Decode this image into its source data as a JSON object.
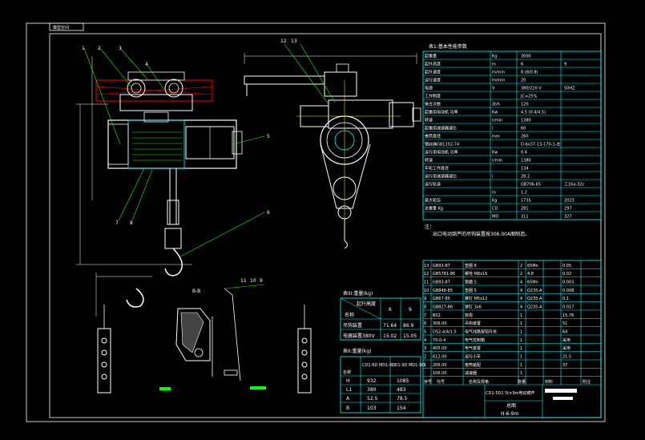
{
  "viewer": {
    "tab_label": "模型空间"
  },
  "title_block": {
    "drawing_title": "CD1-5D1 5t×9m电动葫芦",
    "subtitle": "总图",
    "drawing_no": "H-6-9m"
  },
  "specs_table": {
    "header": "表1:基本性能参数",
    "rows": [
      {
        "label": "起重量",
        "unit": "Kg",
        "v1": "3000",
        "v2": ""
      },
      {
        "label": "起升高度",
        "unit": "m",
        "v1": "6",
        "v2": "9"
      },
      {
        "label": "起升速度",
        "unit": "m/min",
        "v1": "8 (8/0.8)",
        "v2": ""
      },
      {
        "label": "运行速度",
        "unit": "m/min",
        "v1": "20",
        "v2": ""
      },
      {
        "label": "电源",
        "unit": "V",
        "v1": "380/220 V",
        "v2": "50HZ"
      },
      {
        "label": "工作制度",
        "unit": "",
        "v1": "JC=25%",
        "v2": ""
      },
      {
        "label": "接合次数",
        "unit": "次/h",
        "v1": "120",
        "v2": ""
      },
      {
        "label": "起重用电动机 功率",
        "unit": "Kw",
        "v1": "4.5 (0.4/4.5)",
        "v2": ""
      },
      {
        "label": "转速",
        "unit": "r/min",
        "v1": "1380",
        "v2": ""
      },
      {
        "label": "起重用减速器速比",
        "unit": "i",
        "v1": "60",
        "v2": ""
      },
      {
        "label": "卷筒直径",
        "unit": "mm",
        "v1": "260",
        "v2": ""
      },
      {
        "label": "钢丝绳GB1102-74",
        "unit": "",
        "v1": "D-6x37-13-170-1-左",
        "v2": ""
      },
      {
        "label": "运行用电动机 功率",
        "unit": "Kw",
        "v1": "0.4",
        "v2": ""
      },
      {
        "label": "转速",
        "unit": "r/min",
        "v1": "1380",
        "v2": ""
      },
      {
        "label": "车轮工作直径",
        "unit": "",
        "v1": "134",
        "v2": ""
      },
      {
        "label": "运行用减速器速比",
        "unit": "i",
        "v1": "28.2",
        "v2": ""
      },
      {
        "label": "运行轨道",
        "unit": "",
        "v1": "GB706-65",
        "v2": "工16a-32c"
      },
      {
        "label": "",
        "unit": "m",
        "v1": "1.2",
        "v2": ""
      },
      {
        "label": "最大轮压",
        "unit": "Kg",
        "v1": "1735",
        "v2": "2023"
      },
      {
        "label": "总重量 Kg",
        "unit": "CD",
        "v1": "281",
        "v2": "297"
      },
      {
        "label": "",
        "unit": "MD",
        "v1": "311",
        "v2": "327"
      }
    ],
    "note": "注：",
    "note_text": "出口电动葫芦的吊钩装置按306.00A图制造。"
  },
  "weight_table_3": {
    "header": "表III:重量(kg)",
    "col_header": "起升高度",
    "row_header": "名称",
    "cols": [
      "6",
      "9"
    ],
    "rows": [
      {
        "name": "吊钩装置",
        "a": "71.64",
        "b": "86.9"
      },
      {
        "name": "电器装置380V",
        "a": "15.02",
        "b": "15.05"
      }
    ]
  },
  "weight_table_2": {
    "header": "表II:重量(kg)",
    "cols": [
      "CD1-6D MD1-6D",
      "CD1-9D MD1-9D"
    ],
    "row_header": "名称",
    "rows": [
      {
        "name": "H",
        "a": "932",
        "b": "1085"
      },
      {
        "name": "L1",
        "a": "380",
        "b": "483"
      },
      {
        "name": "A",
        "a": "52.5",
        "b": "78.5"
      },
      {
        "name": "B",
        "a": "103",
        "b": "154"
      }
    ]
  },
  "parts_list": {
    "rows": [
      {
        "no": "13",
        "code": "GB93-87",
        "name": "垫圈 8",
        "qty": "2",
        "mat": "65Mn"
      },
      {
        "no": "12",
        "code": "GB5781-86",
        "name": "螺栓 M8x16",
        "qty": "2",
        "mat": "4.8"
      },
      {
        "no": "11",
        "code": "GB93-87",
        "name": "垫圈 5",
        "qty": "4",
        "mat": "65Mn"
      },
      {
        "no": "10",
        "code": "GB848-85",
        "name": "垫圈 5",
        "qty": "4",
        "mat": "Q235-A"
      },
      {
        "no": "9",
        "code": "GB67-85",
        "name": "螺钉 M5x12",
        "qty": "4",
        "mat": "Q235-A"
      },
      {
        "no": "8",
        "code": "GB827-86",
        "name": "铆钉 3x6",
        "qty": "4",
        "mat": "Q235-A"
      },
      {
        "no": "7",
        "code": "B02",
        "name": "软缆",
        "qty": "1",
        "mat": ""
      },
      {
        "no": "6",
        "code": "306.00",
        "name": "吊钩装置",
        "qty": "1",
        "mat": ""
      },
      {
        "no": "5",
        "code": "DS2-4/4/1.5",
        "name": "电气线路按钮开关",
        "qty": "1",
        "mat": ""
      },
      {
        "no": "4",
        "code": "70-0-4",
        "name": "电气控制箱",
        "qty": "1",
        "mat": ""
      },
      {
        "no": "3",
        "code": "405.00",
        "name": "电气装置",
        "qty": "1",
        "mat": ""
      },
      {
        "no": "2",
        "code": "612.00",
        "name": "运行小车",
        "qty": "1",
        "mat": ""
      },
      {
        "no": "1",
        "code": "206.00",
        "name": "卷筒装配",
        "qty": "1",
        "mat": ""
      },
      {
        "no": "",
        "code": "106.00",
        "name": "减速器",
        "qty": "1",
        "mat": ""
      }
    ],
    "extra": [
      "0.05",
      "0.02",
      "0.003",
      "0.008",
      "0.1",
      "0.017",
      "15.76",
      "51",
      "64",
      "采用",
      "采用",
      "21.5",
      "37"
    ],
    "header": {
      "no": "序号",
      "code": "代号",
      "name": "名称及规格",
      "qty": "数量",
      "mat": "材料",
      "note": "附注"
    }
  },
  "balloons": {
    "left_view": [
      "1",
      "2",
      "3",
      "4",
      "5",
      "6",
      "7",
      "8"
    ],
    "side_view": [
      "12",
      "13"
    ],
    "detail_a": [
      "11",
      "10",
      "9"
    ],
    "section": "B-B"
  }
}
